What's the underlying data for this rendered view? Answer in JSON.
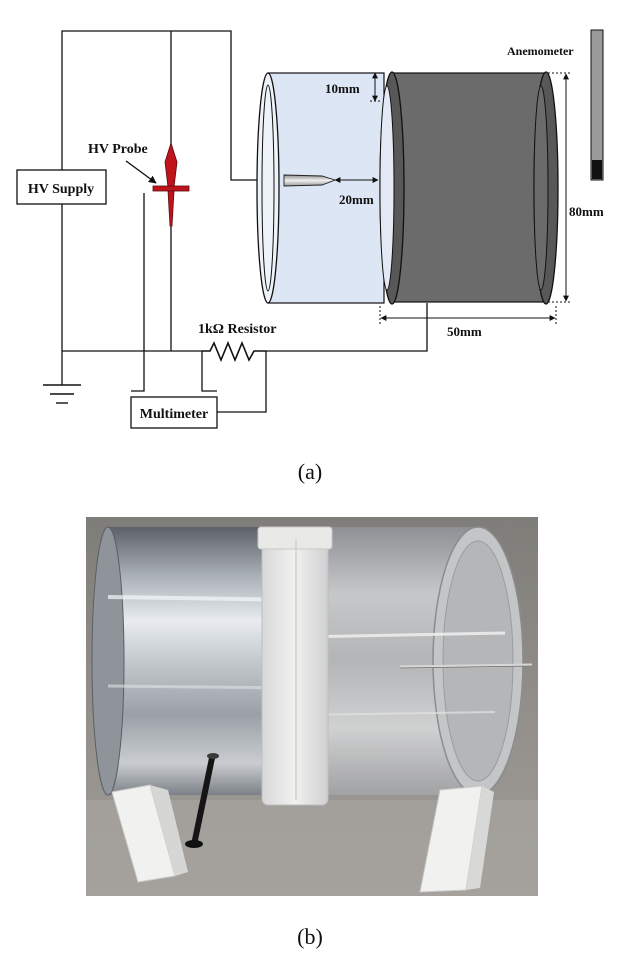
{
  "schematic": {
    "labels": {
      "hv_supply": "HV Supply",
      "hv_probe": "HV Probe",
      "resistor": "1kΩ Resistor",
      "multimeter": "Multimeter",
      "anemometer": "Anemometer"
    },
    "dimensions": {
      "gap": "10mm",
      "needle_gap": "20mm",
      "diameter": "80mm",
      "length": "50mm"
    },
    "caption": "(a)"
  },
  "photo": {
    "caption": "(b)"
  },
  "colors": {
    "probe_red": "#c0141c",
    "acrylic_tube": "#dde6f4",
    "metal_cylinder": "#6b6b6b",
    "metal_ring": "#585858",
    "photo_background": "#8a8782"
  }
}
